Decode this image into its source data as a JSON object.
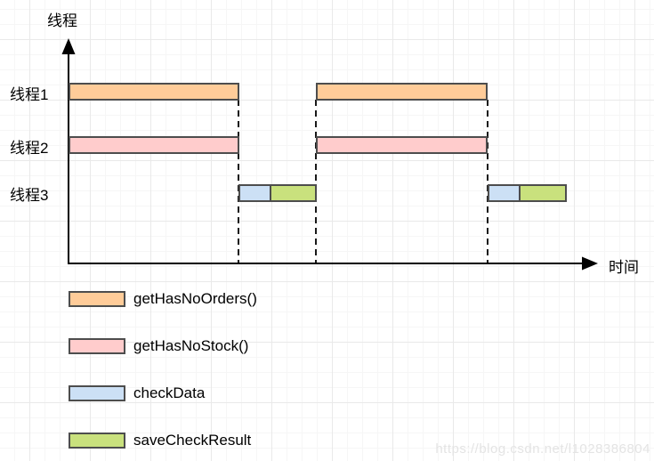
{
  "chart": {
    "y_axis_title": "线程",
    "x_axis_title": "时间",
    "rows": [
      {
        "label": "线程1",
        "segments": [
          {
            "task": "getHasNoOrders()",
            "cycle": 1
          },
          {
            "task": "getHasNoOrders()",
            "cycle": 2
          }
        ]
      },
      {
        "label": "线程2",
        "segments": [
          {
            "task": "getHasNoStock()",
            "cycle": 1
          },
          {
            "task": "getHasNoStock()",
            "cycle": 2
          }
        ]
      },
      {
        "label": "线程3",
        "segments": [
          {
            "task": "checkData",
            "cycle": 1
          },
          {
            "task": "saveCheckResult",
            "cycle": 1
          },
          {
            "task": "checkData",
            "cycle": 2
          },
          {
            "task": "saveCheckResult",
            "cycle": 2
          }
        ]
      }
    ]
  },
  "legend": {
    "items": [
      {
        "label": "getHasNoOrders()",
        "color": "#ffcc99"
      },
      {
        "label": "getHasNoStock()",
        "color": "#ffcccc"
      },
      {
        "label": "checkData",
        "color": "#cce0f5"
      },
      {
        "label": "saveCheckResult",
        "color": "#c9e17d"
      }
    ]
  },
  "colors": {
    "bar_border": "#4d4d4d",
    "axis": "#000000"
  },
  "watermark": "https://blog.csdn.net/l1028386804"
}
